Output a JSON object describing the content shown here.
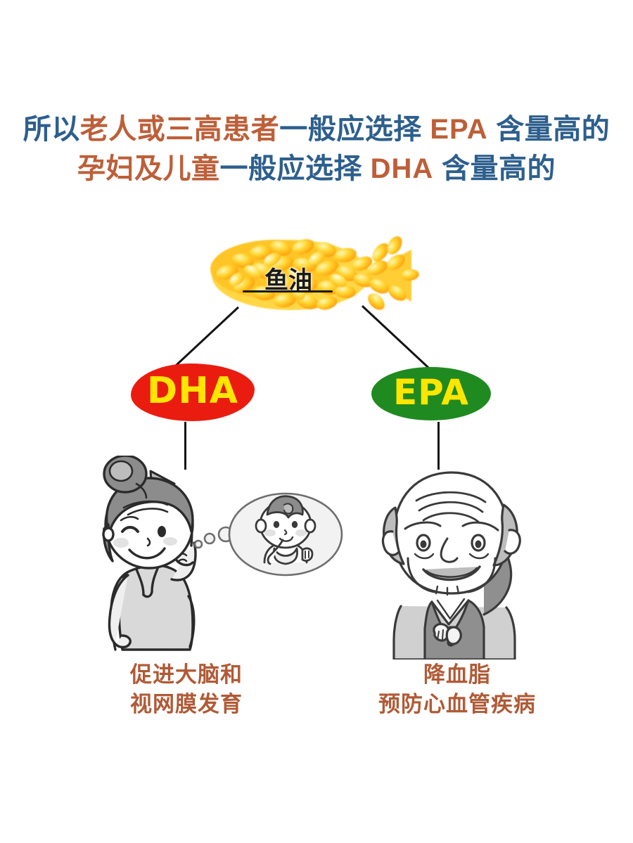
{
  "headline": {
    "line1": [
      {
        "text": "所以",
        "color": "blue"
      },
      {
        "text": "老人或三高患者",
        "color": "orange"
      },
      {
        "text": "一般应选择 ",
        "color": "blue"
      },
      {
        "text": "EPA",
        "color": "orange"
      },
      {
        "text": " 含量高的",
        "color": "blue"
      }
    ],
    "line2": [
      {
        "text": "孕妇及儿童",
        "color": "orange"
      },
      {
        "text": "一般应选择 ",
        "color": "blue"
      },
      {
        "text": "DHA",
        "color": "orange"
      },
      {
        "text": " 含量高的",
        "color": "blue"
      }
    ],
    "line1_plain": "所以老人或三高患者一般应选择 EPA 含量高的",
    "line2_plain": "孕妇及儿童一般应选择 DHA 含量高的"
  },
  "source_node": {
    "label": "鱼油",
    "icon": "fish-oil-capsules-icon"
  },
  "branches": [
    {
      "id": "dha",
      "badge_label": "DHA",
      "badge_fill": "#ea1c10",
      "badge_text_color": "#ffe600",
      "figure": "pregnant-woman-with-baby-thought-bubble",
      "caption_line1": "促进大脑和",
      "caption_line2": "视网膜发育"
    },
    {
      "id": "epa",
      "badge_label": "EPA",
      "badge_fill": "#1f8a20",
      "badge_text_color": "#ffe600",
      "figure": "elderly-man-worried",
      "caption_line1": "降血脂",
      "caption_line2": "预防心血管疾病"
    }
  ],
  "colors": {
    "blue": "#2d5f8d",
    "orange": "#bd5f39",
    "caption": "#b05a36",
    "capsule_light": "#ffe14a",
    "capsule_mid": "#ffc61a",
    "capsule_deep": "#ff9b0a",
    "line": "#141414",
    "ink": "#3a3a3a",
    "background": "#ffffff"
  }
}
